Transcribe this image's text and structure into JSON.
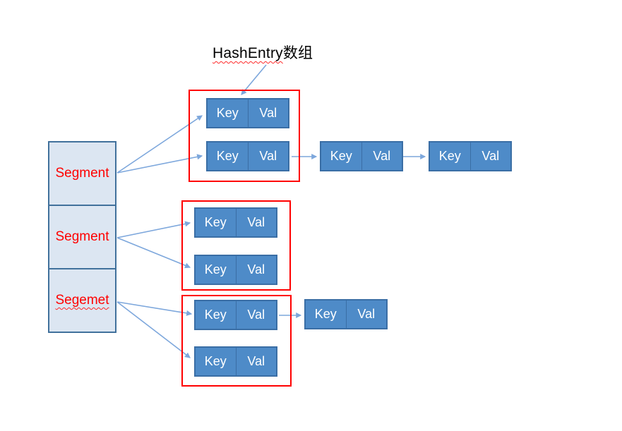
{
  "title": {
    "underlined": "HashEntry",
    "plain": "数组"
  },
  "labels": {
    "key": "Key",
    "val": "Val"
  },
  "segments": [
    {
      "label": "Segment"
    },
    {
      "label": "Segment"
    },
    {
      "label": "Segemet"
    }
  ],
  "colors": {
    "node_fill": "#4e8bc8",
    "node_border": "#3a6ea5",
    "segment_fill": "#dce6f2",
    "segment_border": "#41719c",
    "arrow": "#7da7dc",
    "group_border": "#ff0000",
    "segment_text": "#ff0000",
    "node_text": "#ffffff",
    "title_text": "#000000",
    "squiggle": "#ff2a2a"
  },
  "diagram": {
    "type": "linked-structure",
    "nodes": [
      {
        "id": "segment-1",
        "label": "Segment"
      },
      {
        "id": "segment-2",
        "label": "Segment"
      },
      {
        "id": "segment-3",
        "label": "Segemet"
      },
      {
        "id": "entry-1-1",
        "label": "Key|Val",
        "group": 1
      },
      {
        "id": "entry-1-2",
        "label": "Key|Val",
        "group": 1
      },
      {
        "id": "entry-1-2-next1",
        "label": "Key|Val",
        "group": null
      },
      {
        "id": "entry-1-2-next2",
        "label": "Key|Val",
        "group": null
      },
      {
        "id": "entry-2-1",
        "label": "Key|Val",
        "group": 2
      },
      {
        "id": "entry-2-2",
        "label": "Key|Val",
        "group": 2
      },
      {
        "id": "entry-3-1",
        "label": "Key|Val",
        "group": 3
      },
      {
        "id": "entry-3-1-next1",
        "label": "Key|Val",
        "group": null
      },
      {
        "id": "entry-3-2",
        "label": "Key|Val",
        "group": 3
      }
    ],
    "edges": [
      {
        "from": "title",
        "to": "entry-1-1"
      },
      {
        "from": "segment-1",
        "to": "entry-1-1"
      },
      {
        "from": "segment-1",
        "to": "entry-1-2"
      },
      {
        "from": "entry-1-2",
        "to": "entry-1-2-next1"
      },
      {
        "from": "entry-1-2-next1",
        "to": "entry-1-2-next2"
      },
      {
        "from": "segment-2",
        "to": "entry-2-1"
      },
      {
        "from": "segment-2",
        "to": "entry-2-2"
      },
      {
        "from": "segment-3",
        "to": "entry-3-1"
      },
      {
        "from": "segment-3",
        "to": "entry-3-2"
      },
      {
        "from": "entry-3-1",
        "to": "entry-3-1-next1"
      }
    ]
  }
}
